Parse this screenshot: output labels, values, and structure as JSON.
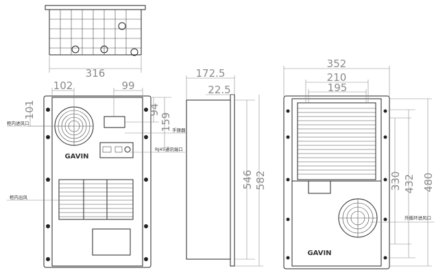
{
  "dimensions": {
    "top_width": "316",
    "front_fan_offset_x": "102",
    "front_panel_offset_x": "99",
    "front_fan_offset_y": "101",
    "front_panel_offset_y": "94",
    "front_rj45_offset_y": "159",
    "side_depth": "172.5",
    "side_flange": "22.5",
    "side_height_inner": "546",
    "side_height_outer": "582",
    "rear_width": "352",
    "rear_hole_210": "210",
    "rear_hole_195": "195",
    "rear_330": "330",
    "rear_432": "432",
    "rear_480": "480"
  },
  "labels": {
    "inner_air_inlet": "柜内进风口",
    "controller": "手操器",
    "rj45_port": "RJ45通讯端口",
    "inner_air_outlet": "柜内出风",
    "outer_air_inlet": "外循环进风口"
  },
  "logo": "GAVIN"
}
